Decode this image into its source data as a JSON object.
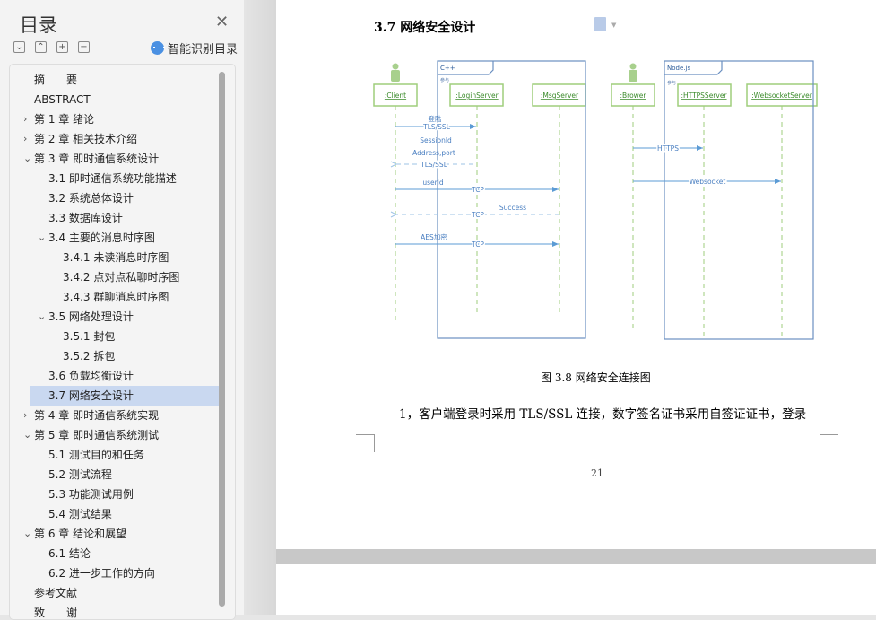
{
  "sidebar": {
    "title": "目录",
    "smart_label": "智能识别目录",
    "toolbar": {
      "collapse": "⌄",
      "expand": "⌃",
      "plus": "+",
      "minus": "−"
    },
    "items": [
      {
        "label": "摘　　要",
        "level": 0,
        "chev": ""
      },
      {
        "label": "ABSTRACT",
        "level": 0,
        "chev": ""
      },
      {
        "label": "第 1 章  绪论",
        "level": 0,
        "chev": "›"
      },
      {
        "label": "第 2 章  相关技术介绍",
        "level": 0,
        "chev": "›"
      },
      {
        "label": "第 3 章  即时通信系统设计",
        "level": 0,
        "chev": "⌄"
      },
      {
        "label": "3.1 即时通信系统功能描述",
        "level": 1,
        "chev": ""
      },
      {
        "label": "3.2 系统总体设计",
        "level": 1,
        "chev": ""
      },
      {
        "label": "3.3 数据库设计",
        "level": 1,
        "chev": ""
      },
      {
        "label": "3.4 主要的消息时序图",
        "level": 1,
        "chev": "⌄"
      },
      {
        "label": "3.4.1  未读消息时序图",
        "level": 2,
        "chev": ""
      },
      {
        "label": "3.4.2 点对点私聊时序图",
        "level": 2,
        "chev": ""
      },
      {
        "label": "3.4.3 群聊消息时序图",
        "level": 2,
        "chev": ""
      },
      {
        "label": "3.5 网络处理设计",
        "level": 1,
        "chev": "⌄"
      },
      {
        "label": "3.5.1 封包",
        "level": 2,
        "chev": ""
      },
      {
        "label": "3.5.2 拆包",
        "level": 2,
        "chev": ""
      },
      {
        "label": "3.6 负载均衡设计",
        "level": 1,
        "chev": ""
      },
      {
        "label": "3.7 网络安全设计",
        "level": 1,
        "chev": "",
        "selected": true
      },
      {
        "label": "第 4 章  即时通信系统实现",
        "level": 0,
        "chev": "›"
      },
      {
        "label": "第 5 章  即时通信系统测试",
        "level": 0,
        "chev": "⌄"
      },
      {
        "label": "5.1 测试目的和任务",
        "level": 1,
        "chev": ""
      },
      {
        "label": "5.2 测试流程",
        "level": 1,
        "chev": ""
      },
      {
        "label": "5.3  功能测试用例",
        "level": 1,
        "chev": ""
      },
      {
        "label": "5.4  测试结果",
        "level": 1,
        "chev": ""
      },
      {
        "label": "第 6 章  结论和展望",
        "level": 0,
        "chev": "⌄"
      },
      {
        "label": "6.1  结论",
        "level": 1,
        "chev": ""
      },
      {
        "label": "6.2  进一步工作的方向",
        "level": 1,
        "chev": ""
      },
      {
        "label": "参考文献",
        "level": 0,
        "chev": ""
      },
      {
        "label": "致　　谢",
        "level": 0,
        "chev": ""
      }
    ]
  },
  "document": {
    "heading": "3.7 网络安全设计",
    "caption": "图 3.8  网络安全连接图",
    "paragraph": "1，客户端登录时采用 TLS/SSL 连接，数字签名证书采用自签证证书，登录",
    "page_number": "21"
  },
  "diagram": {
    "frame1": "C++",
    "frame1_sub": "参与",
    "frame2": "Node.js",
    "frame2_sub": "参与",
    "client": ":Client",
    "login": ":LoginServer",
    "msg": ":MsgServer",
    "brower": ":Brower",
    "https": ":HTTPSServer",
    "ws": ":WebsocketServer",
    "m1_top": "登陆",
    "m1": "TLS/SSL",
    "m2_a": "SessionId",
    "m2_b": "Address,port",
    "m2": "TLS/SSL",
    "m3_top": "userId",
    "m3": "TCP",
    "m4_top": "Success",
    "m4": "TCP",
    "m5_top": "AES加密",
    "m5": "TCP",
    "m6": "HTTPS",
    "m7": "Websocket",
    "colors": {
      "line": "#5b9bd5",
      "box": "#9fce7c",
      "frame": "#6a8fc0"
    }
  }
}
